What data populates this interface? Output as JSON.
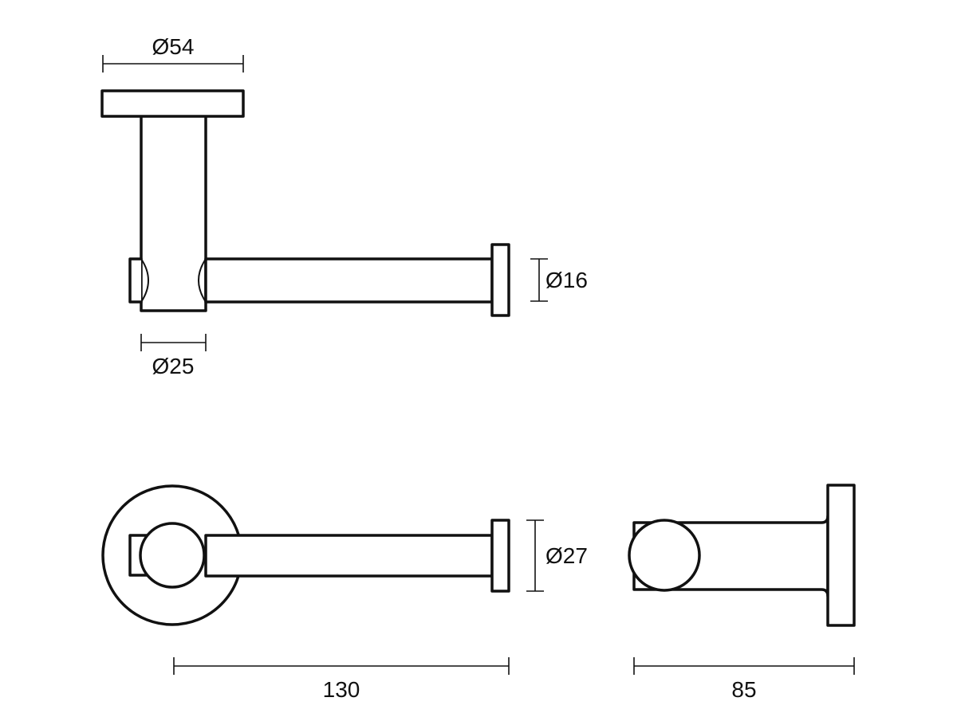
{
  "dimensions": {
    "flange_diameter": "Ø54",
    "post_diameter": "Ø25",
    "bar_diameter": "Ø16",
    "end_cap_diameter": "Ø27",
    "length": "130",
    "projection": "85"
  },
  "colors": {
    "line": "#111111",
    "background": "#ffffff"
  }
}
